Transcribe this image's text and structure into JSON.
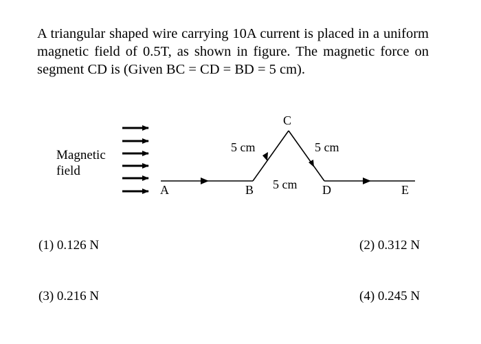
{
  "question": {
    "text": "A triangular shaped wire carrying 10A current is placed in a uniform magnetic field of 0.5T, as shown in figure. The magnetic force on segment CD is (Given BC = CD = BD = 5 cm)."
  },
  "figure": {
    "field_label_line1": "Magnetic",
    "field_label_line2": "field",
    "points": {
      "A": "A",
      "B": "B",
      "C": "C",
      "D": "D",
      "E": "E"
    },
    "lengths": {
      "bc": "5 cm",
      "cd": "5 cm",
      "bd": "5 cm"
    }
  },
  "options": [
    {
      "label": "(1) 0.126 N"
    },
    {
      "label": "(2) 0.312 N"
    },
    {
      "label": "(3)  0.216 N"
    },
    {
      "label": "(4) 0.245 N"
    }
  ]
}
